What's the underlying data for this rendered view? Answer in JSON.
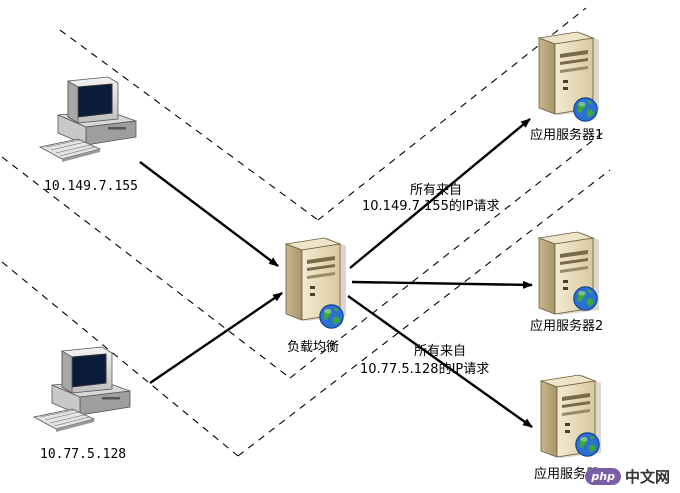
{
  "clients": [
    {
      "ip": "10.149.7.155"
    },
    {
      "ip": "10.77.5.128"
    }
  ],
  "load_balancer": {
    "label": "负载均衡"
  },
  "servers": [
    {
      "label": "应用服务器1"
    },
    {
      "label": "应用服务器2"
    },
    {
      "label": "应用服务器3"
    }
  ],
  "annotations": [
    {
      "line1": "所有来自",
      "line2": "10.149.7.155的IP请求"
    },
    {
      "line1": "所有来自",
      "line2": "10.77.5.128的IP请求"
    }
  ],
  "watermark": {
    "badge": "php",
    "text": "中文网"
  },
  "colors": {
    "server_body": "#e8dcc0",
    "server_shadow": "#b9a67e",
    "globe": "#2a6fd1",
    "globe_land": "#3aa640",
    "line": "#000000"
  },
  "icons": [
    "desktop-computer-icon",
    "server-icon",
    "globe-icon"
  ]
}
